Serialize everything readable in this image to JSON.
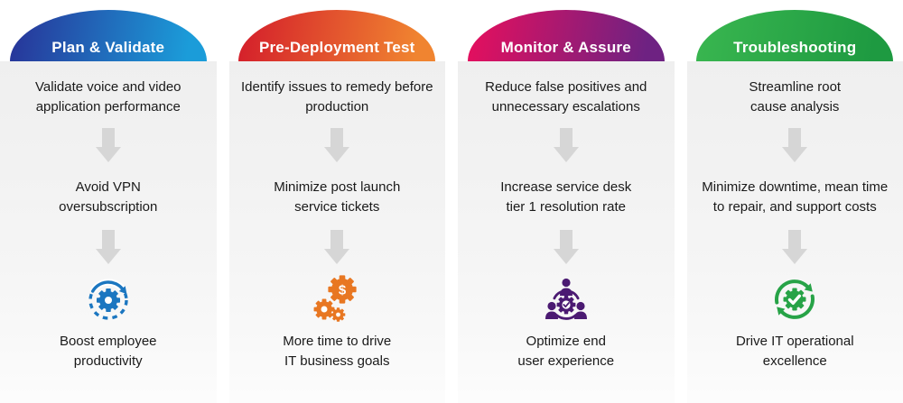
{
  "figure": {
    "columns": [
      {
        "title": "Plan & Validate",
        "steps": [
          "Validate voice and video\napplication performance",
          "Avoid VPN\noversubscription"
        ],
        "outcome": "Boost employee\nproductivity",
        "icon": "refresh-gear-icon",
        "colors": {
          "dome_start": "#27389b",
          "dome_end": "#1b9cd9",
          "icon": "#1b76c0"
        }
      },
      {
        "title": "Pre-Deployment Test",
        "steps": [
          "Identify issues to remedy before\nproduction",
          "Minimize post launch\nservice tickets"
        ],
        "outcome": "More time to drive\nIT business goals",
        "icon": "gears-dollar-icon",
        "colors": {
          "dome_start": "#d5222b",
          "dome_end": "#f08430",
          "icon": "#e87722"
        }
      },
      {
        "title": "Monitor & Assure",
        "steps": [
          "Reduce false positives and\nunnecessary escalations",
          "Increase service desk\ntier 1 resolution rate"
        ],
        "outcome": "Optimize end\nuser experience",
        "icon": "team-collaboration-icon",
        "colors": {
          "dome_start": "#e1105f",
          "dome_end": "#6e2282",
          "icon": "#4b1a72"
        }
      },
      {
        "title": "Troubleshooting",
        "steps": [
          "Streamline root\ncause analysis",
          "Minimize downtime, mean time\nto repair, and support costs"
        ],
        "outcome": "Drive IT operational\nexcellence",
        "icon": "sync-check-gear-icon",
        "colors": {
          "dome_start": "#38b54f",
          "dome_end": "#1e9a41",
          "icon": "#27a347"
        }
      }
    ],
    "arrow_color": "#d6d6d6",
    "panel_top_color": "#efefef",
    "panel_bottom_color": "#fcfcfc",
    "text_color": "#1a1a1a",
    "title_text_color": "#ffffff"
  }
}
